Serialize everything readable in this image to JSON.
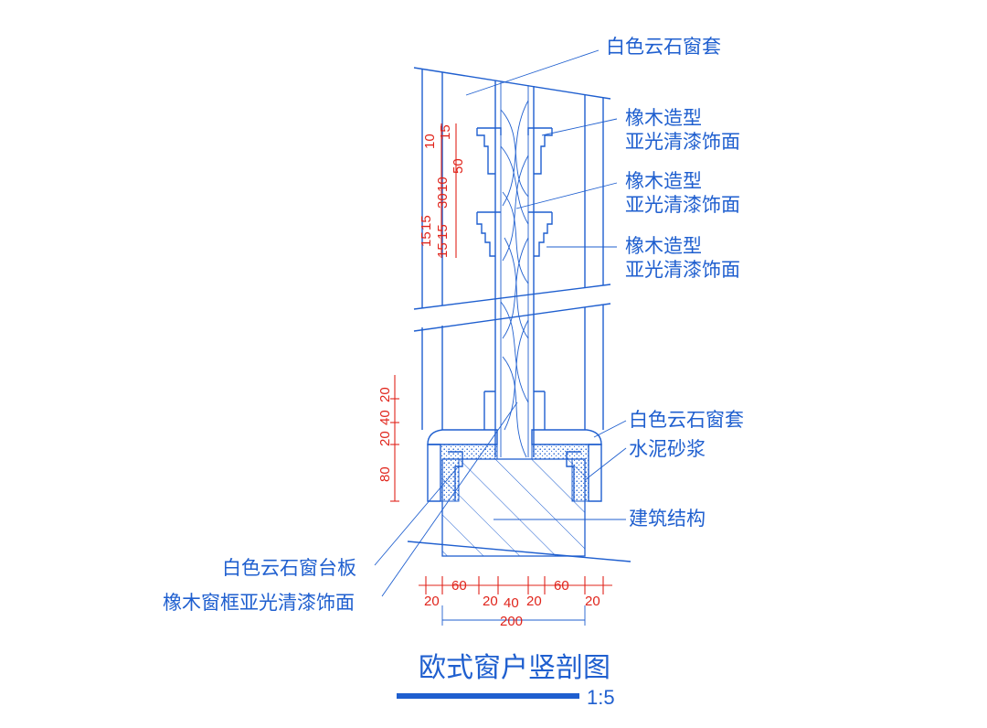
{
  "title": "欧式窗户竖剖图",
  "scale": "1:5",
  "colors": {
    "line": "#1f5fcf",
    "dimension": "#e0241b"
  },
  "labels": {
    "stone_casing_top": "白色云石窗套",
    "oak_1_line1": "橡木造型",
    "oak_1_line2": "亚光清漆饰面",
    "oak_2_line1": "橡木造型",
    "oak_2_line2": "亚光清漆饰面",
    "oak_3_line1": "橡木造型",
    "oak_3_line2": "亚光清漆饰面",
    "stone_casing_bottom": "白色云石窗套",
    "mortar": "水泥砂浆",
    "structure": "建筑结构",
    "sill_board": "白色云石窗台板",
    "oak_frame": "橡木窗框亚光清漆饰面"
  },
  "dimensions": {
    "vertical_top": [
      "10",
      "15",
      "50",
      "30",
      "10",
      "15",
      "15",
      "15",
      "15"
    ],
    "vertical_bottom": [
      "20",
      "40",
      "20",
      "80"
    ],
    "horizontal": [
      "20",
      "60",
      "20",
      "40",
      "20",
      "60",
      "20"
    ],
    "overall_width": "200"
  }
}
